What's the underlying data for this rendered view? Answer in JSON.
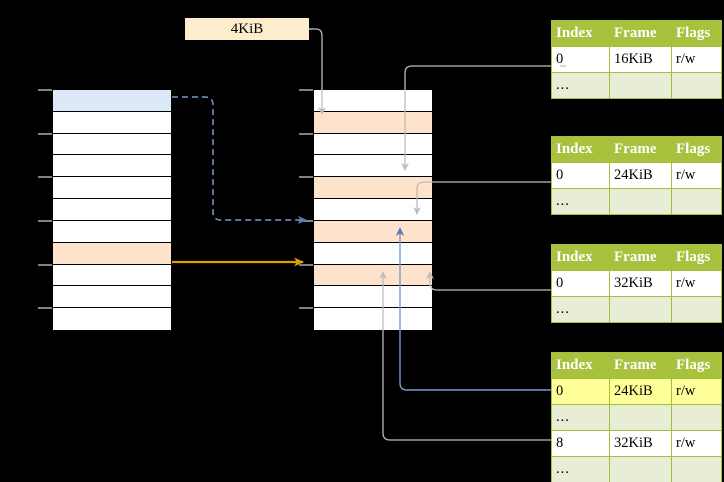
{
  "diagram": {
    "title": "4KiB",
    "page_size_label": {
      "text": "4KiB"
    }
  },
  "left_column": {
    "name": "virtual-address-space",
    "rows": [
      {
        "fill": "blue",
        "label": ""
      },
      {
        "fill": "white",
        "label": ""
      },
      {
        "fill": "white",
        "label": ""
      },
      {
        "fill": "white",
        "label": ""
      },
      {
        "fill": "white",
        "label": ""
      },
      {
        "fill": "white",
        "label": ""
      },
      {
        "fill": "white",
        "label": ""
      },
      {
        "fill": "peach",
        "label": ""
      },
      {
        "fill": "white",
        "label": ""
      },
      {
        "fill": "white",
        "label": ""
      },
      {
        "fill": "white",
        "label": ""
      }
    ]
  },
  "middle_column": {
    "name": "physical-memory",
    "rows": [
      {
        "fill": "white",
        "label": ""
      },
      {
        "fill": "peach",
        "label": ""
      },
      {
        "fill": "white",
        "label": ""
      },
      {
        "fill": "white",
        "label": ""
      },
      {
        "fill": "peach",
        "label": ""
      },
      {
        "fill": "white",
        "label": ""
      },
      {
        "fill": "peach",
        "label": ""
      },
      {
        "fill": "white",
        "label": ""
      },
      {
        "fill": "peach",
        "label": ""
      },
      {
        "fill": "white",
        "label": ""
      },
      {
        "fill": "white",
        "label": ""
      }
    ]
  },
  "tables": [
    {
      "name": "page-table-1",
      "headers": [
        "Index",
        "Frame",
        "Flags"
      ],
      "rows": [
        {
          "cells": [
            "0",
            "16KiB",
            "r/w"
          ],
          "style": "plain"
        },
        {
          "cells": [
            "...",
            "",
            ""
          ],
          "style": "dots"
        }
      ]
    },
    {
      "name": "page-table-2",
      "headers": [
        "Index",
        "Frame",
        "Flags"
      ],
      "rows": [
        {
          "cells": [
            "0",
            "24KiB",
            "r/w"
          ],
          "style": "plain"
        },
        {
          "cells": [
            "...",
            "",
            ""
          ],
          "style": "dots"
        }
      ]
    },
    {
      "name": "page-table-3",
      "headers": [
        "Index",
        "Frame",
        "Flags"
      ],
      "rows": [
        {
          "cells": [
            "0",
            "32KiB",
            "r/w"
          ],
          "style": "plain"
        },
        {
          "cells": [
            "...",
            "",
            ""
          ],
          "style": "dots"
        }
      ]
    },
    {
      "name": "page-table-4",
      "headers": [
        "Index",
        "Frame",
        "Flags"
      ],
      "rows": [
        {
          "cells": [
            "0",
            "24KiB",
            "r/w"
          ],
          "style": "highlight"
        },
        {
          "cells": [
            "...",
            "",
            ""
          ],
          "style": "dots"
        },
        {
          "cells": [
            "8",
            "32KiB",
            "r/w"
          ],
          "style": "plain"
        },
        {
          "cells": [
            "...",
            "",
            ""
          ],
          "style": "dots"
        }
      ]
    }
  ],
  "colors": {
    "table_header_bg": "#a8c23d",
    "table_header_text": "#ffffff",
    "table_dots_bg": "#e8eed6",
    "table_highlight_bg": "#ffff99",
    "block_peach": "#fde2cc",
    "block_blue": "#dce9f9",
    "label_box_bg": "#fceecd",
    "arrow_orange": "#e8a200",
    "arrow_blue": "#6688c3",
    "arrow_gray": "#bbbbbb",
    "background": "#000000"
  }
}
